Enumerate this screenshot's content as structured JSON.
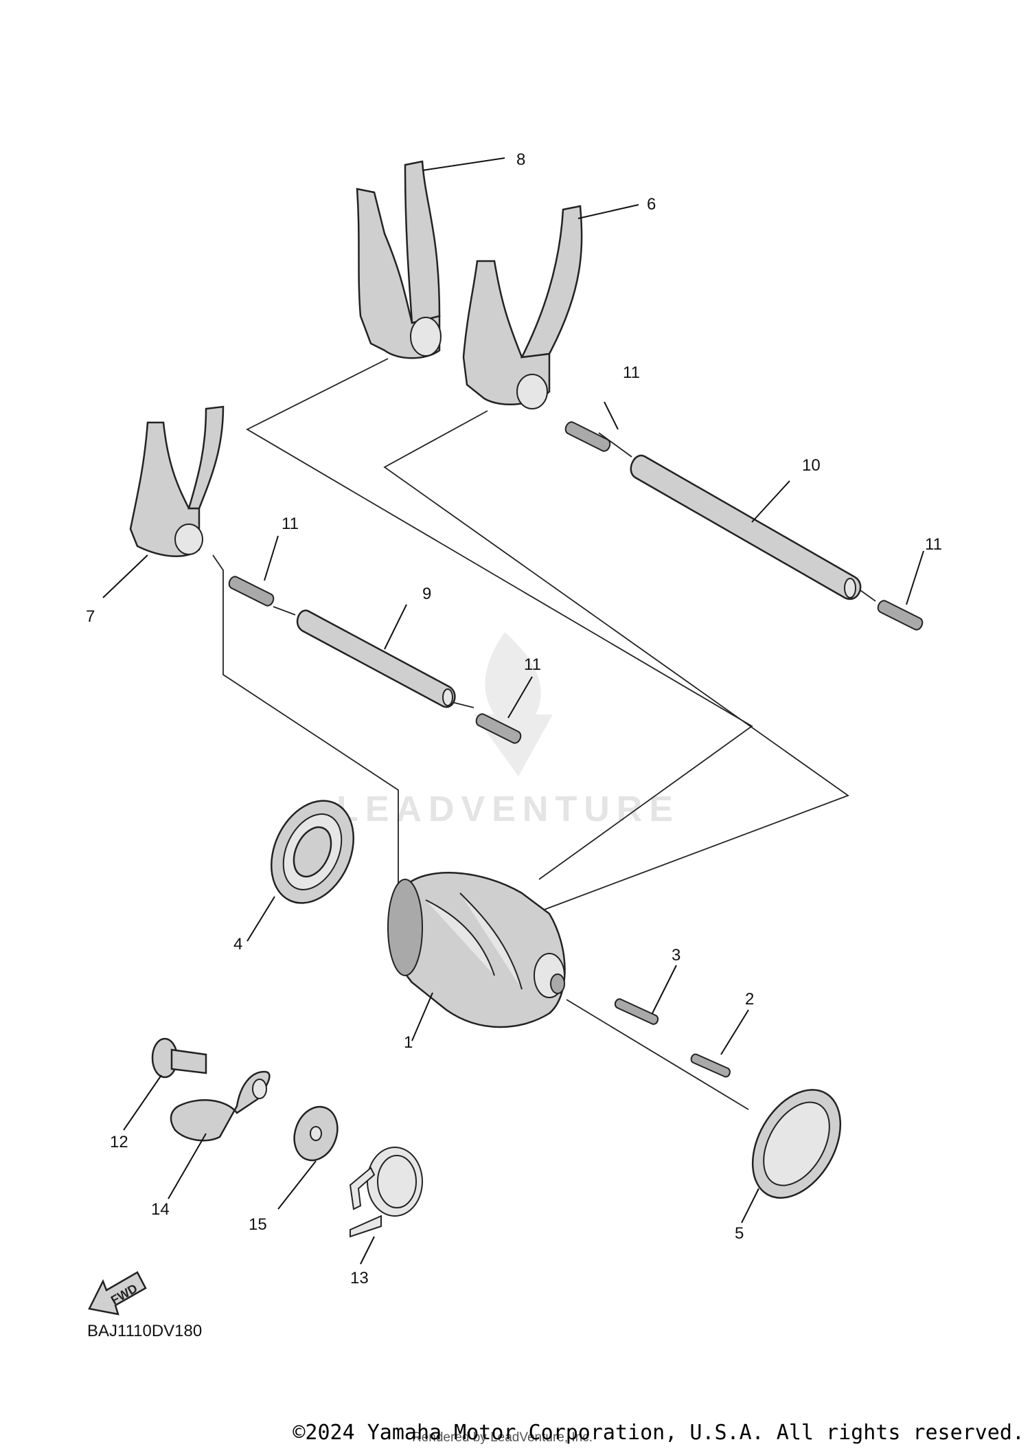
{
  "watermark": {
    "text": "LEADVENTURE"
  },
  "callouts": [
    {
      "id": "1",
      "label": "1"
    },
    {
      "id": "2",
      "label": "2"
    },
    {
      "id": "3",
      "label": "3"
    },
    {
      "id": "4",
      "label": "4"
    },
    {
      "id": "5",
      "label": "5"
    },
    {
      "id": "6",
      "label": "6"
    },
    {
      "id": "7",
      "label": "7"
    },
    {
      "id": "8",
      "label": "8"
    },
    {
      "id": "9",
      "label": "9"
    },
    {
      "id": "10",
      "label": "10"
    },
    {
      "id": "11a",
      "label": "11"
    },
    {
      "id": "11b",
      "label": "11"
    },
    {
      "id": "11c",
      "label": "11"
    },
    {
      "id": "11d",
      "label": "11"
    },
    {
      "id": "12",
      "label": "12"
    },
    {
      "id": "13",
      "label": "13"
    },
    {
      "id": "14",
      "label": "14"
    },
    {
      "id": "15",
      "label": "15"
    }
  ],
  "fwd_label": "FWD",
  "diagram_code": "BAJ1110DV180",
  "footer": {
    "copyright": "©2024 Yamaha Motor Corporation, U.S.A. All rights reserved.",
    "rendered_by": "Rendered by LeadVenture, Inc."
  },
  "colors": {
    "part_fill": "#cfcfcf",
    "line": "#111111",
    "watermark": "#e4e4e4"
  }
}
